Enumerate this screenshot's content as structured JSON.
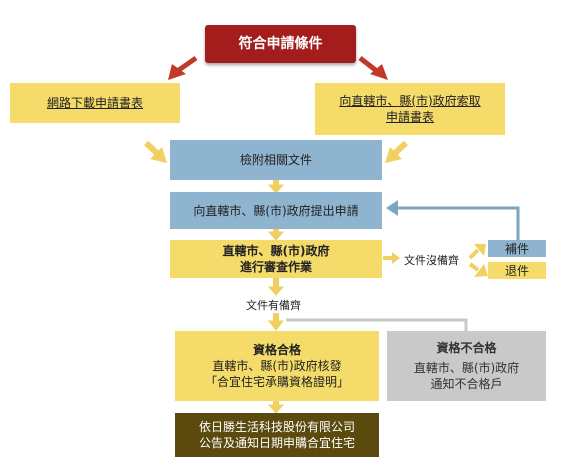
{
  "title": "符合申請條件",
  "download": "網路下載申請書表",
  "obtain_gov": "向直轄市、縣(市)政府索取\n申請書表",
  "attach": "檢附相關文件",
  "submit": "向直轄市、縣(市)政府提出申請",
  "review_line1": "直轄市、縣(市)政府",
  "review_line2": "進行審查作業",
  "docs_incomplete": "文件沒備齊",
  "supplement": "補件",
  "return": "退件",
  "docs_complete": "文件有備齊",
  "qualified": {
    "title": "資格合格",
    "line1": "直轄市、縣(市)政府核發",
    "line2": "「合宜住宅承購資格證明」"
  },
  "unqualified": {
    "title": "資格不合格",
    "line1": "直轄市、縣(市)政府",
    "line2": "通知不合格戶"
  },
  "final": {
    "line1": "依日勝生活科技股份有限公司",
    "line2": "公告及通知日期申購合宜住宅"
  },
  "colors": {
    "yellow": "#f5dc6a",
    "blue": "#8fb4cf",
    "gray": "#c9c9c9",
    "dark": "#5a4a0e",
    "red": "#a31d1d",
    "arrow_red": "#c0392b",
    "arrow_yellow": "#f0d060",
    "arrow_blue": "#7aa6c4"
  }
}
